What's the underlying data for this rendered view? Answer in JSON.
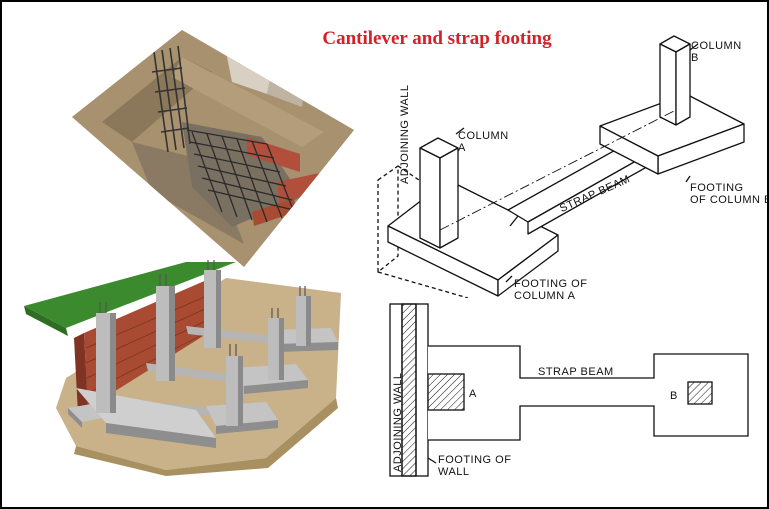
{
  "title": "Cantilever and strap footing",
  "iso": {
    "column_b": "COLUMN\nB",
    "column_a": "COLUMN\nA",
    "adjoining_wall": "ADJOINING WALL",
    "strap_beam": "STRAP BEAM",
    "footing_b": "FOOTING\nOF COLUMN B",
    "footing_a": "FOOTING OF\nCOLUMN A"
  },
  "plan": {
    "adjoining_wall": "ADJOINING WALL",
    "a": "A",
    "strap_beam": "STRAP BEAM",
    "b": "B",
    "footing_wall": "FOOTING OF\nWALL"
  },
  "colors": {
    "title": "#d61f26",
    "soil": "#c9b28a",
    "grass": "#3c8a2e",
    "brick": "#a94a32",
    "concrete": "#c4c4c4"
  }
}
